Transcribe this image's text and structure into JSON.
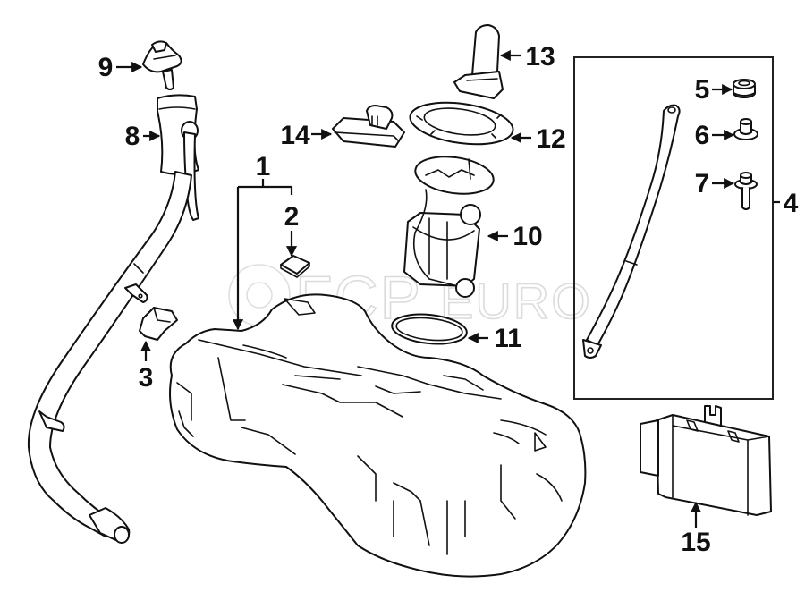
{
  "diagram": {
    "title": "Fuel Tank Assembly - Exploded Parts Diagram",
    "watermark": {
      "text_left": "FCP",
      "text_right": "EURO",
      "registered_mark": "®"
    },
    "callouts": [
      {
        "id": "1",
        "label": "1",
        "part": "fuel-tank"
      },
      {
        "id": "2",
        "label": "2",
        "part": "tank-pad"
      },
      {
        "id": "3",
        "label": "3",
        "part": "heat-shield-bracket"
      },
      {
        "id": "4",
        "label": "4",
        "part": "tank-strap-group"
      },
      {
        "id": "5",
        "label": "5",
        "part": "grommet"
      },
      {
        "id": "6",
        "label": "6",
        "part": "nut"
      },
      {
        "id": "7",
        "label": "7",
        "part": "bolt"
      },
      {
        "id": "8",
        "label": "8",
        "part": "filler-neck"
      },
      {
        "id": "9",
        "label": "9",
        "part": "fuel-cap"
      },
      {
        "id": "10",
        "label": "10",
        "part": "fuel-pump-module"
      },
      {
        "id": "11",
        "label": "11",
        "part": "o-ring-seal"
      },
      {
        "id": "12",
        "label": "12",
        "part": "lock-ring"
      },
      {
        "id": "13",
        "label": "13",
        "part": "connector-cover"
      },
      {
        "id": "14",
        "label": "14",
        "part": "control-module"
      },
      {
        "id": "15",
        "label": "15",
        "part": "pump-control-unit"
      }
    ]
  }
}
